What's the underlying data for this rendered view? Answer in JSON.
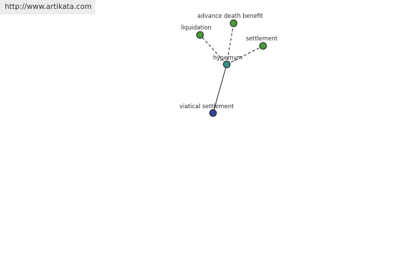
{
  "banner": {
    "url_text": "http://www.artikata.com"
  },
  "graph": {
    "nodes": [
      {
        "id": "center",
        "label": "hypernym",
        "role": "relation",
        "color": "#3f8f8a"
      },
      {
        "id": "advance-death-benefit",
        "label": "advance death benefit",
        "role": "related",
        "color": "#4a9a3a"
      },
      {
        "id": "liquidation",
        "label": "liquidation",
        "role": "related",
        "color": "#4a9a3a"
      },
      {
        "id": "settlement",
        "label": "settlement",
        "role": "related",
        "color": "#4a9a3a"
      },
      {
        "id": "viatical-settlement",
        "label": "viatical settlement",
        "role": "source",
        "color": "#35449a"
      }
    ],
    "edges": [
      {
        "from": "center",
        "to": "liquidation",
        "style": "dashed"
      },
      {
        "from": "center",
        "to": "advance-death-benefit",
        "style": "dashed"
      },
      {
        "from": "center",
        "to": "settlement",
        "style": "dashed"
      },
      {
        "from": "center",
        "to": "viatical-settlement",
        "style": "solid"
      }
    ]
  }
}
